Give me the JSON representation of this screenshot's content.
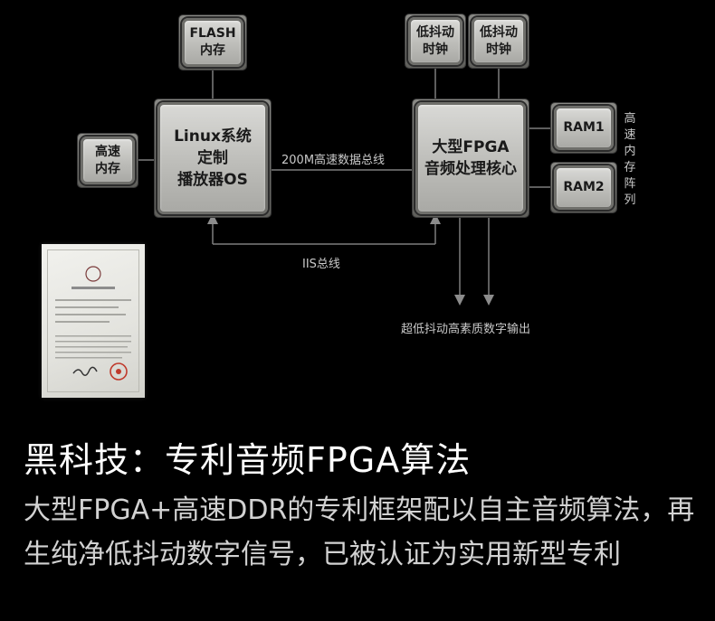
{
  "diagram": {
    "boxes": {
      "flash": "FLASH\n内存",
      "clock1": "低抖动\n时钟",
      "clock2": "低抖动\n时钟",
      "cache": "高速\n内存",
      "linux": "Linux系统\n定制\n播放器OS",
      "fpga": "大型FPGA\n音频处理核心",
      "ram1": "RAM1",
      "ram2": "RAM2"
    },
    "labels": {
      "bus200": "200M高速数据总线",
      "iis": "IIS总线",
      "output": "超低抖动高素质数字输出",
      "ram_array": "高速内存阵列"
    }
  },
  "headline": "黑科技：专利音频FPGA算法",
  "description": "大型FPGA+高速DDR的专利框架配以自主音频算法，再生纯净低抖动数字信号，已被认证为实用新型专利"
}
